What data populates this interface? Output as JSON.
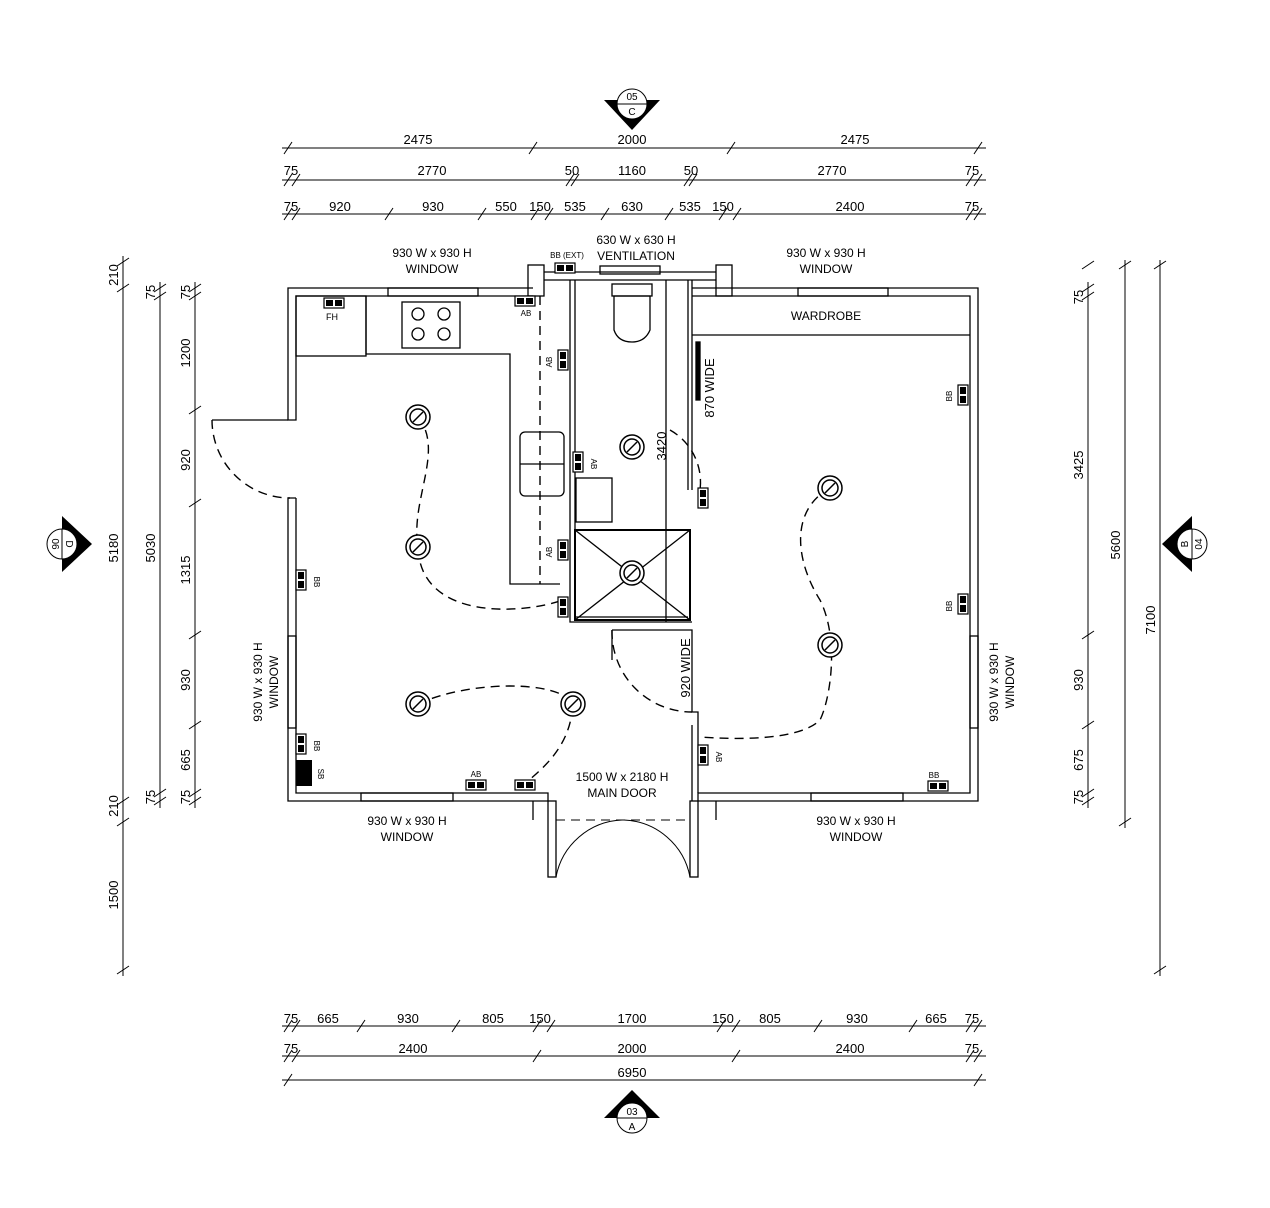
{
  "dimensions": {
    "top_row1": [
      "2475",
      "2000",
      "2475"
    ],
    "top_row2": [
      "75",
      "2770",
      "50",
      "1160",
      "50",
      "2770",
      "75"
    ],
    "top_row3": [
      "75",
      "920",
      "930",
      "550",
      "150",
      "535",
      "630",
      "535",
      "150",
      "2400",
      "75"
    ],
    "bottom_row1": [
      "75",
      "665",
      "930",
      "805",
      "150",
      "1700",
      "150",
      "805",
      "930",
      "665",
      "75"
    ],
    "bottom_row2": [
      "75",
      "2400",
      "2000",
      "2400",
      "75"
    ],
    "bottom_total": [
      "6950"
    ],
    "left_outer": [
      "210",
      "5180",
      "210",
      "1500"
    ],
    "left_mid": [
      "75",
      "5030",
      "75"
    ],
    "left_inner": [
      "75",
      "1200",
      "920",
      "1315",
      "930",
      "665",
      "75"
    ],
    "right_inner": [
      "75",
      "3425",
      "930",
      "675",
      "75"
    ],
    "right_mid": [
      "5600"
    ],
    "right_outer": [
      "7100"
    ]
  },
  "interior_dims": {
    "bath_length": "3420",
    "robe_door": "870 WIDE",
    "bath_door": "920 WIDE"
  },
  "labels": {
    "window_size": "930 W x 930 H",
    "window": "WINDOW",
    "vent_size": "630 W x 630 H",
    "ventilation": "VENTILATION",
    "wardrobe": "WARDROBE",
    "door_size": "1500 W x 2180 H",
    "main_door": "MAIN DOOR",
    "fh": "FH",
    "sb": "SB",
    "ab": "AB",
    "bb": "BB",
    "bb_ext": "BB (EXT)"
  },
  "section_markers": {
    "top": {
      "num": "05",
      "letter": "C"
    },
    "bottom": {
      "num": "03",
      "letter": "A"
    },
    "left": {
      "num": "06",
      "letter": "D"
    },
    "right": {
      "num": "04",
      "letter": "B"
    }
  }
}
